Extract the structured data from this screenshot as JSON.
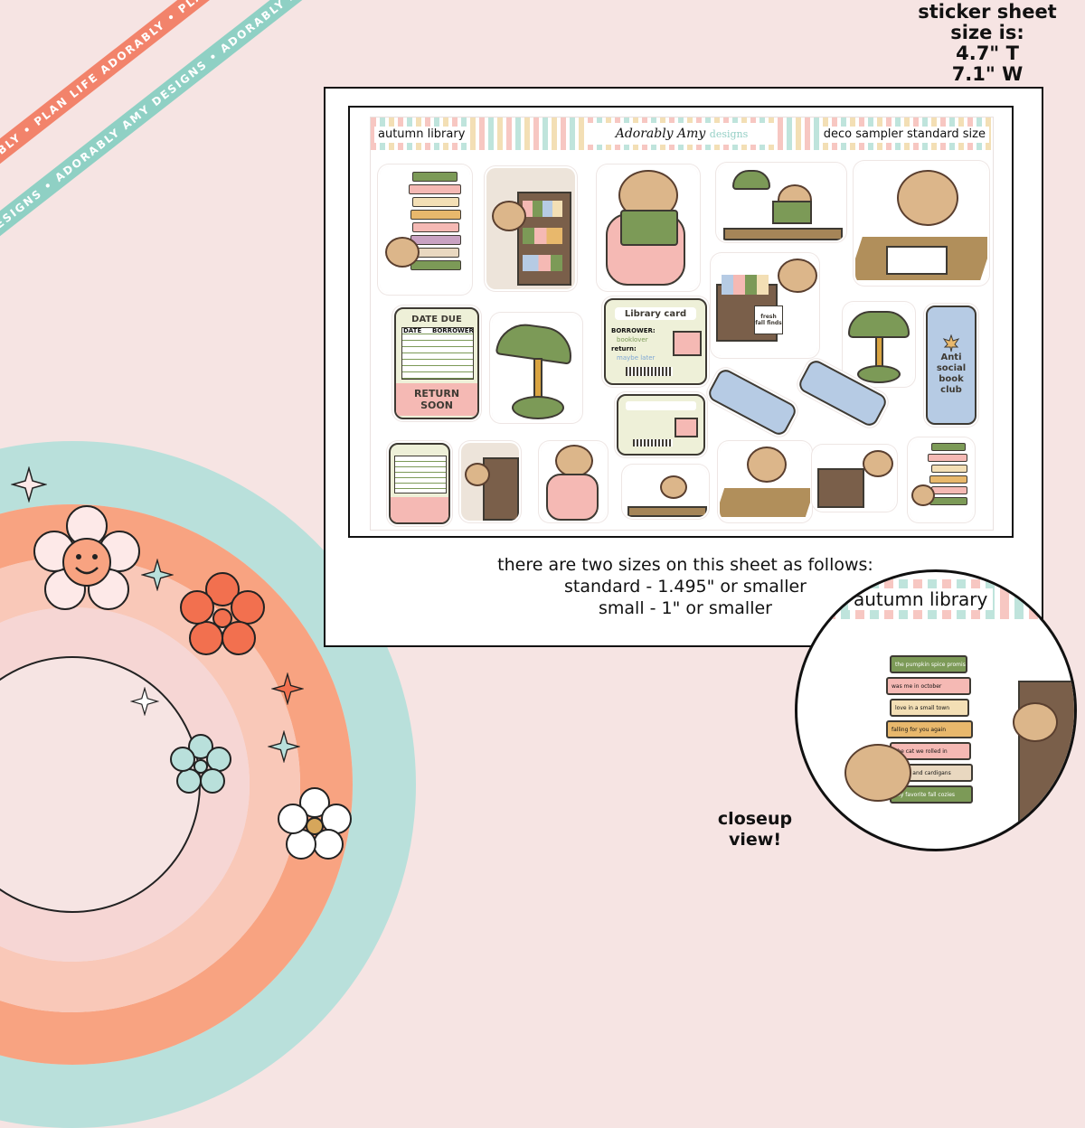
{
  "size_note": {
    "line1": "sticker sheet",
    "line2": "size is:",
    "line3": "4.7\" T",
    "line4": "7.1\" W"
  },
  "ribbons": {
    "top": "PLAN LIFE ADORABLY • PLAN LIFE ADORABLY • PLAN LIFE ADORABLY •",
    "bottom": "ADORABLY AMY DESIGNS • ADORABLY AMY DESIGNS • ADORABLY AMY DESIGNS •"
  },
  "sheet": {
    "left_label": "autumn library",
    "brand": "Adorably Amy",
    "brand_sub": "designs",
    "right_label": "deco sampler standard size",
    "cards": {
      "date_due": "DATE DUE",
      "date": "DATE",
      "borrower": "BORROWER",
      "return_soon_1": "RETURN",
      "return_soon_2": "SOON",
      "library_card": "Library card",
      "borrower_label": "BORROWER:",
      "borrower_value": "booklover",
      "return_label": "return:",
      "return_value": "maybe later",
      "bookmark_1": "Anti",
      "bookmark_2": "social",
      "bookmark_3": "book",
      "bookmark_4": "club",
      "sign": "fresh fall finds"
    }
  },
  "caption": {
    "line1": "there are two sizes on this sheet as follows:",
    "line2": "standard - 1.495\" or smaller",
    "line3": "small - 1\" or smaller"
  },
  "closeup": {
    "label": "autumn library",
    "caption_1": "closeup",
    "caption_2": "view!",
    "books": [
      "the pumpkin spice promise",
      "was me in october",
      "love in a small town",
      "falling for you again",
      "the cat we rolled in",
      "leaves and cardigans",
      "my favorite fall cozies"
    ]
  },
  "colors": {
    "background": "#f6e4e3",
    "coral": "#f2836b",
    "mint": "#8fd0c4",
    "sage": "#7c9a57",
    "pink": "#f5b9b4"
  }
}
